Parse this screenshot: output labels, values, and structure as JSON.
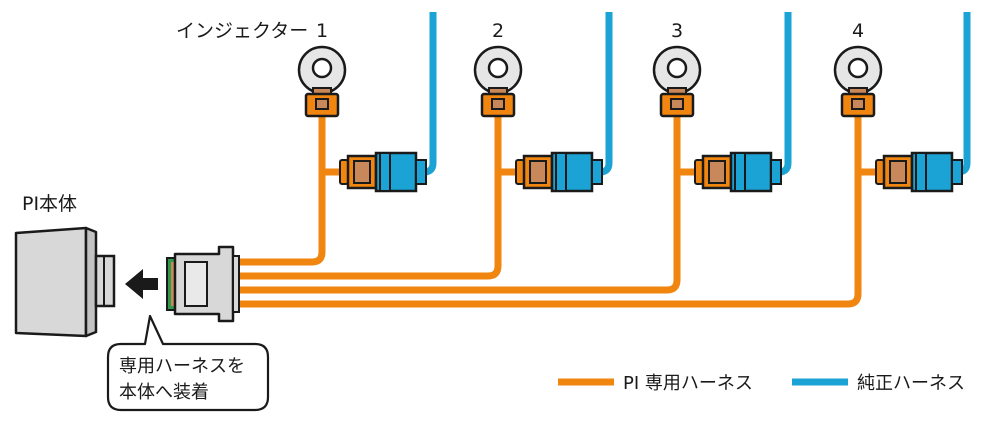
{
  "labels": {
    "pi_body": "PI本体",
    "injector_prefix": "インジェクター",
    "callout_line1": "専用ハーネスを",
    "callout_line2": "本体へ装着"
  },
  "injectors": [
    {
      "number": "1"
    },
    {
      "number": "2"
    },
    {
      "number": "3"
    },
    {
      "number": "4"
    }
  ],
  "legend": [
    {
      "label": "PI 専用ハーネス",
      "color": "#f0850f"
    },
    {
      "label": "純正ハーネス",
      "color": "#1aa3d4"
    }
  ],
  "colors": {
    "pi_harness": "#f0850f",
    "oem_harness": "#1aa3d4",
    "outline": "#1a1a1a",
    "connector_tan": "#c8885a",
    "body_gray": "#d8d8d8",
    "seal_green": "#2e9a4a"
  },
  "icons": {
    "arrow": "left-arrow-icon"
  }
}
